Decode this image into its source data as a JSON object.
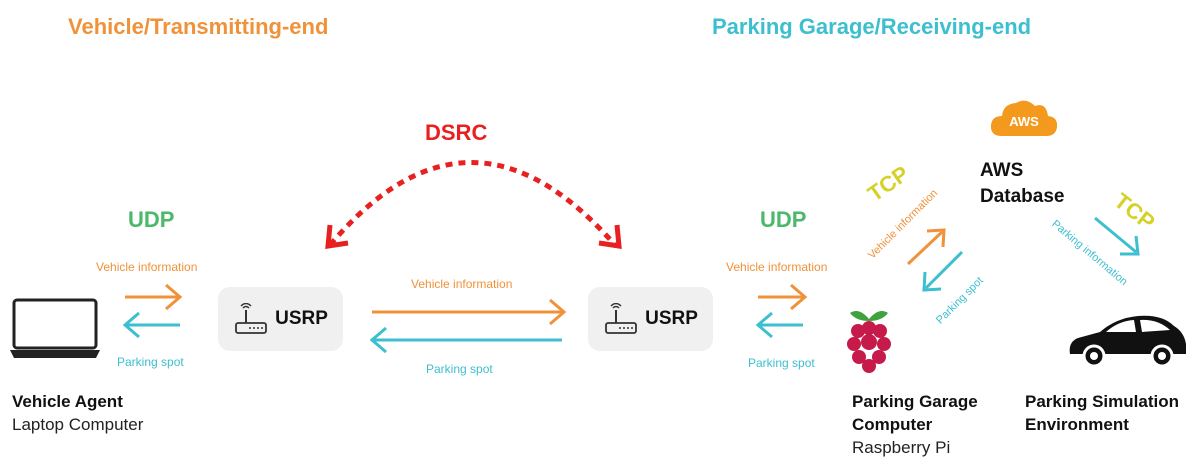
{
  "colors": {
    "orange": "#f0923a",
    "teal": "#3cbfcf",
    "green": "#4cb86a",
    "red": "#e82020",
    "yellow": "#d4d228",
    "aws_orange": "#f39a1e"
  },
  "headers": {
    "left": "Vehicle/Transmitting-end",
    "right": "Parking Garage/Receiving-end"
  },
  "dsrc": {
    "label": "DSRC"
  },
  "protocols": {
    "udp_left": "UDP",
    "udp_right": "UDP",
    "tcp_left": "TCP",
    "tcp_right": "TCP"
  },
  "links": {
    "vehicle_info_1": "Vehicle information",
    "parking_spot_1": "Parking spot",
    "vehicle_info_2": "Vehicle information",
    "parking_spot_2": "Parking spot",
    "vehicle_info_3": "Vehicle information",
    "parking_spot_3": "Parking spot",
    "vehicle_info_tcp": "Vehicle information",
    "parking_spot_tcp": "Parking spot",
    "parking_information": "Parking information"
  },
  "nodes": {
    "usrp_left": "USRP",
    "usrp_right": "USRP",
    "vehicle_agent_title": "Vehicle Agent",
    "vehicle_agent_sub": "Laptop Computer",
    "garage_title_1": "Parking Garage",
    "garage_title_2": "Computer",
    "garage_sub": "Raspberry Pi",
    "aws_line1": "AWS",
    "aws_line2": "Database",
    "aws_badge": "AWS",
    "sim_line1": "Parking Simulation",
    "sim_line2": "Environment"
  },
  "icons": [
    "laptop-icon",
    "router-icon",
    "raspberry-pi-icon",
    "aws-cloud-icon",
    "car-icon"
  ]
}
